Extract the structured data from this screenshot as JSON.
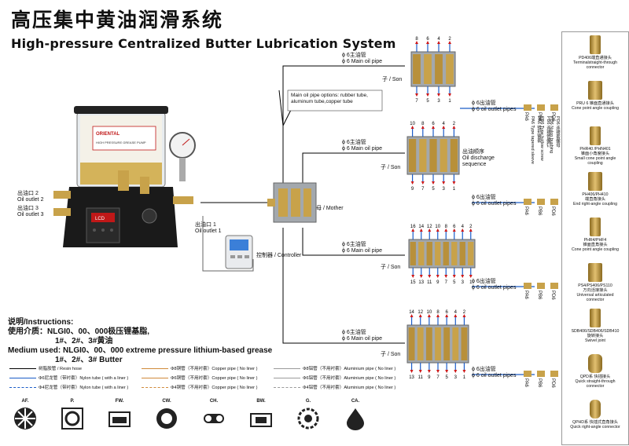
{
  "title_cn": "高压集中黄油润滑系统",
  "title_en": "High-pressure Centralized Butter Lubrication System",
  "pump": {
    "brand": "ORIENTAL",
    "outlet2": "出油口 2\nOil outlet 2",
    "outlet3": "出油口 3\nOil outlet 3",
    "outlet1": "出油口 1\nOil outlet 1",
    "controller": "控制器 / Controller",
    "display": "LCD"
  },
  "mother": "母 / Mother",
  "son": "子 / Son",
  "main_pipe": "ϕ 6主油管\nϕ 6 Main oil pipe",
  "outlet_pipes": "ϕ 6出油管\nϕ 6 oil outlet pipes",
  "discharge_seq": "出油顺序\nOil discharge\nsequence",
  "pipe_options": "Main oil pipe options: rubber tube,\naluminum tube,copper tube",
  "pipe_codes": {
    "pd6": "PD6",
    "pb6": "PB6",
    "pa6": "PA6",
    "pd6_desc": "PD6 连接套螺母\nPD6 Nylon bushing",
    "pb6_desc": "PB6 连接管螺钉\nPB6 Type hollow screw",
    "pa6_desc": "PA6 锥形管套\nPA6 Type tapered sleeve"
  },
  "block1_top": [
    "8",
    "6",
    "4",
    "2"
  ],
  "block1_bottom": [
    "7",
    "5",
    "3",
    "1"
  ],
  "block2_top": [
    "10",
    "8",
    "6",
    "4",
    "2"
  ],
  "block2_bottom": [
    "9",
    "7",
    "5",
    "3",
    "1"
  ],
  "block3_top": [
    "16",
    "14",
    "12",
    "10",
    "8",
    "6",
    "4",
    "2"
  ],
  "block3_bottom": [
    "15",
    "13",
    "11",
    "9",
    "7",
    "5",
    "3",
    "1"
  ],
  "block4_top": [
    "14",
    "12",
    "10",
    "8",
    "6",
    "4",
    "2"
  ],
  "block4_bottom": [
    "13",
    "11",
    "9",
    "7",
    "5",
    "3",
    "1"
  ],
  "instructions": {
    "heading": "说明/Instructions:",
    "medium_cn": "使用介质：NLGI0、00、000极压锂基脂,",
    "grease_cn": "1#、2#、3#黄油",
    "medium_en": "Medium used: NLGI0、00、000 extreme pressure lithium-based grease",
    "grease_en": "1#、2#、3# Butter"
  },
  "legend": [
    {
      "label": "树脂胶管 / Resin hose",
      "color": "#000000",
      "style": "solid"
    },
    {
      "label": "Φ6尼龙管（带衬套）Nylon tube ( with a liner )",
      "color": "#1a5cc8",
      "style": "solid"
    },
    {
      "label": "Φ4尼龙管（带衬套）Nylon tube ( with a liner )",
      "color": "#1a5cc8",
      "style": "dash"
    },
    {
      "label": "Φ8铜管（不用衬套）Copper pipe ( No liner )",
      "color": "#d08a3a",
      "style": "solid"
    },
    {
      "label": "Φ6铜管（不用衬套）Copper pipe ( No liner )",
      "color": "#d08a3a",
      "style": "solid"
    },
    {
      "label": "Φ4铜管（不用衬套）Copper pipe ( No liner )",
      "color": "#d08a3a",
      "style": "dash"
    },
    {
      "label": "Φ8铝管（不用衬套）Aluminium pipe ( No liner )",
      "color": "#9a9a9a",
      "style": "solid"
    },
    {
      "label": "Φ6铝管（不用衬套）Aluminium pipe ( No liner )",
      "color": "#9a9a9a",
      "style": "solid"
    },
    {
      "label": "Φ4铝管（不用衬套）Aluminium pipe ( No liner )",
      "color": "#9a9a9a",
      "style": "dash"
    }
  ],
  "symbols": [
    "AF.",
    "P.",
    "FW.",
    "CW.",
    "CH.",
    "BW.",
    "G.",
    "CA."
  ],
  "fittings": [
    {
      "code": "PD406",
      "desc": "PD406端直通接头\nTerminalstraight-through\nconnector"
    },
    {
      "code": "PRU",
      "desc": "PRU 6 锥面直通接头\nCone point angle coupling"
    },
    {
      "code": "PH",
      "desc": "PHR40 /PHN401\n锥面小角度接头\nSmall cone point angle\ncoupling"
    },
    {
      "code": "PH406",
      "desc": "PH406/PH410\n端直角接头\nEnd right-angle coupling"
    },
    {
      "code": "PHR",
      "desc": "PHR4/PHF4\n锥面直角接头\nCone point angle coupling"
    },
    {
      "code": "PS",
      "desc": "PS4/PS406/PS110\n万向活接接头\nUniversal articulated\nconnector"
    },
    {
      "code": "SDB",
      "desc": "SDB406/SDB406/SDB410\n旋转接头\nSwivel joint"
    },
    {
      "code": "QPD",
      "desc": "QPD系 快插接头\nQuick straight-through\nconnector"
    },
    {
      "code": "QPHD",
      "desc": "QPHD系 快插式直角接头\nQuick right-angle connector"
    }
  ],
  "colors": {
    "brass": "#c8a24a",
    "steel": "#9aa0a6",
    "blue_tube": "#1a5cc8",
    "red_arrow": "#d01818",
    "pump_red": "#c01818"
  }
}
